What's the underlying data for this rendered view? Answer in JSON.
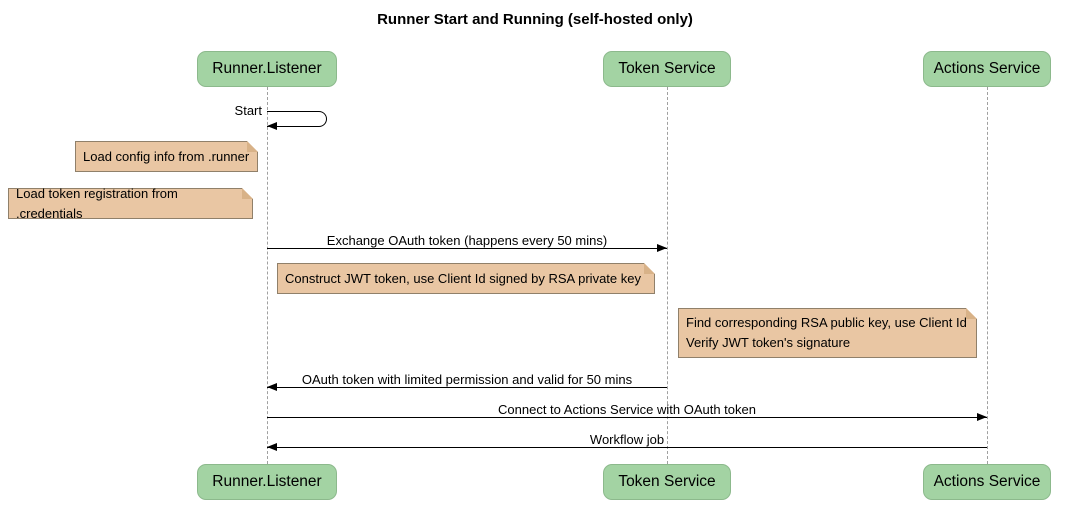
{
  "title": "Runner Start and Running (self-hosted only)",
  "actors": [
    {
      "label": "Runner.Listener"
    },
    {
      "label": "Token Service"
    },
    {
      "label": "Actions Service"
    }
  ],
  "messages": {
    "start": "Start",
    "exchange": "Exchange OAuth token (happens every 50 mins)",
    "oauth_return": "OAuth token with limited permission and valid for 50 mins",
    "connect": "Connect to Actions Service with OAuth token",
    "workflow": "Workflow job"
  },
  "notes": {
    "load_config": "Load config info from .runner",
    "load_token": "Load token registration from .credentials",
    "construct_jwt": "Construct JWT token, use Client Id signed by RSA private key",
    "find_rsa_line1": "Find corresponding RSA public key, use Client Id",
    "find_rsa_line2": "Verify JWT token's signature"
  },
  "colors": {
    "actor_fill": "#a3d3a3",
    "actor_border": "#8cb98c",
    "note_fill": "#e9c6a3",
    "note_border": "#90806a",
    "note_fold": "#d8b288",
    "lifeline": "#a0a0a0",
    "arrow": "#000000"
  }
}
